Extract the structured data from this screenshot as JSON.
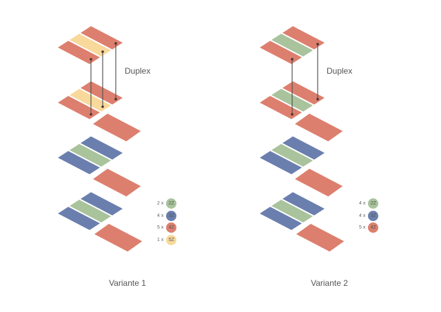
{
  "colors": {
    "red": "#dd7f6e",
    "yellow": "#f8d99b",
    "green": "#a9c39c",
    "blue": "#6b7fae",
    "line": "#555555"
  },
  "variants": [
    {
      "title": "Variante 1",
      "duplex_label": "Duplex",
      "floors": [
        [
          "red",
          "yellow",
          "red"
        ],
        [
          "red",
          "yellow",
          "red"
        ],
        [
          "blue",
          "green",
          "blue"
        ],
        [
          "blue",
          "green",
          "blue"
        ]
      ],
      "legend": [
        {
          "count": "2 x",
          "type": "2Z",
          "color": "green"
        },
        {
          "count": "4 x",
          "type": "3Z",
          "color": "blue"
        },
        {
          "count": "5 x",
          "type": "4Z",
          "color": "red"
        },
        {
          "count": "1 x",
          "type": "5Z",
          "color": "yellow"
        }
      ]
    },
    {
      "title": "Variante 2",
      "duplex_label": "Duplex",
      "floors": [
        [
          "red",
          "green",
          "red"
        ],
        [
          "red",
          "green",
          "red"
        ],
        [
          "blue",
          "green",
          "blue"
        ],
        [
          "blue",
          "green",
          "blue"
        ]
      ],
      "legend": [
        {
          "count": "4 x",
          "type": "2Z",
          "color": "green"
        },
        {
          "count": "4 x",
          "type": "3Z",
          "color": "blue"
        },
        {
          "count": "5 x",
          "type": "4Z",
          "color": "red"
        }
      ]
    }
  ]
}
